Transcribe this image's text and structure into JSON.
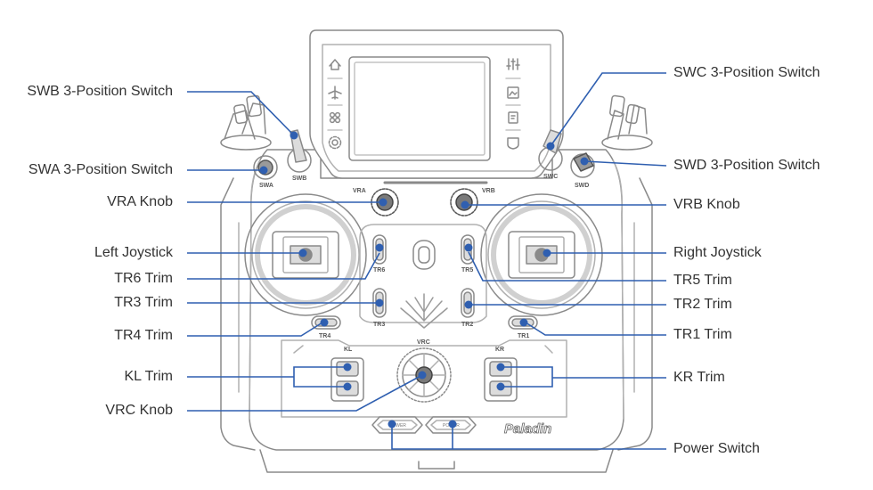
{
  "colors": {
    "callout": "#2f5fb0",
    "outline": "#8a8a8a",
    "body": "#ffffff",
    "text": "#333333"
  },
  "device": {
    "brand": "Paladin",
    "screen_icons_left": [
      "home-icon",
      "plane-icon",
      "apps-icon",
      "gear-icon"
    ],
    "screen_icons_right": [
      "sliders-icon",
      "image-edit-icon",
      "clipboard-edit-icon",
      "shield-edit-icon"
    ],
    "panel_labels": {
      "swa": "SWA",
      "swb": "SWB",
      "swc": "SWC",
      "swd": "SWD",
      "vra": "VRA",
      "vrb": "VRB",
      "vrc": "VRC",
      "tr1": "TR1",
      "tr2": "TR2",
      "tr3": "TR3",
      "tr4": "TR4",
      "tr5": "TR5",
      "tr6": "TR6",
      "kl": "KL",
      "kr": "KR",
      "power_left": "POWER",
      "power_right": "POWER"
    }
  },
  "callouts": {
    "swb": "SWB 3-Position Switch",
    "swa": "SWA 3-Position Switch",
    "vra": "VRA Knob",
    "left_joystick": "Left Joystick",
    "tr6": "TR6 Trim",
    "tr3": "TR3 Trim",
    "tr4": "TR4 Trim",
    "kl": "KL Trim",
    "vrc": "VRC Knob",
    "swc": "SWC 3-Position Switch",
    "swd": "SWD 3-Position Switch",
    "vrb": "VRB Knob",
    "right_joystick": "Right Joystick",
    "tr5": "TR5 Trim",
    "tr2": "TR2 Trim",
    "tr1": "TR1 Trim",
    "kr": "KR Trim",
    "power": "Power Switch"
  }
}
